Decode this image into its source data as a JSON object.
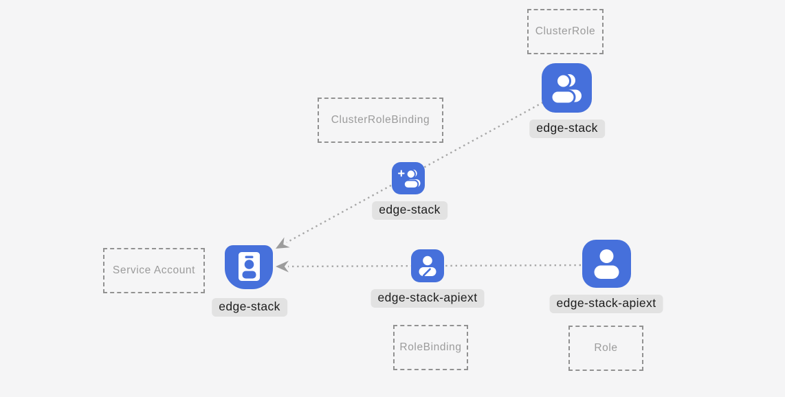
{
  "diagram": {
    "title": "Kubernetes RBAC resources diagram",
    "colors": {
      "background": "#f5f5f6",
      "node_blue": "#4670db",
      "label_pill_bg": "#e2e2e2",
      "label_text": "#1c1c1c",
      "dashed_border": "#919191",
      "type_text": "#9b9b9b",
      "edge_line": "#a6a6a6",
      "edge_arrow": "#9c9c9c"
    }
  },
  "type_boxes": [
    {
      "label": "ClusterRole"
    },
    {
      "label": "ClusterRoleBinding"
    },
    {
      "label": "Service Account"
    },
    {
      "label": "RoleBinding"
    },
    {
      "label": "Role"
    }
  ],
  "nodes": [
    {
      "type": "ClusterRole",
      "label": "edge-stack",
      "icon": "group-icon"
    },
    {
      "type": "ClusterRoleBinding",
      "label": "edge-stack",
      "icon": "person-add-icon"
    },
    {
      "type": "ServiceAccount",
      "label": "edge-stack",
      "icon": "id-badge-icon"
    },
    {
      "type": "RoleBinding",
      "label": "edge-stack-apiext",
      "icon": "person-edit-icon"
    },
    {
      "type": "Role",
      "label": "edge-stack-apiext",
      "icon": "person-icon"
    }
  ],
  "edges": [
    {
      "from": "edge-stack (ClusterRole)",
      "to": "edge-stack (ServiceAccount)",
      "style": "dotted",
      "arrowhead": "at-target"
    },
    {
      "from": "edge-stack-apiext (Role)",
      "to": "edge-stack (ServiceAccount)",
      "style": "dotted",
      "arrowhead": "at-target"
    }
  ]
}
